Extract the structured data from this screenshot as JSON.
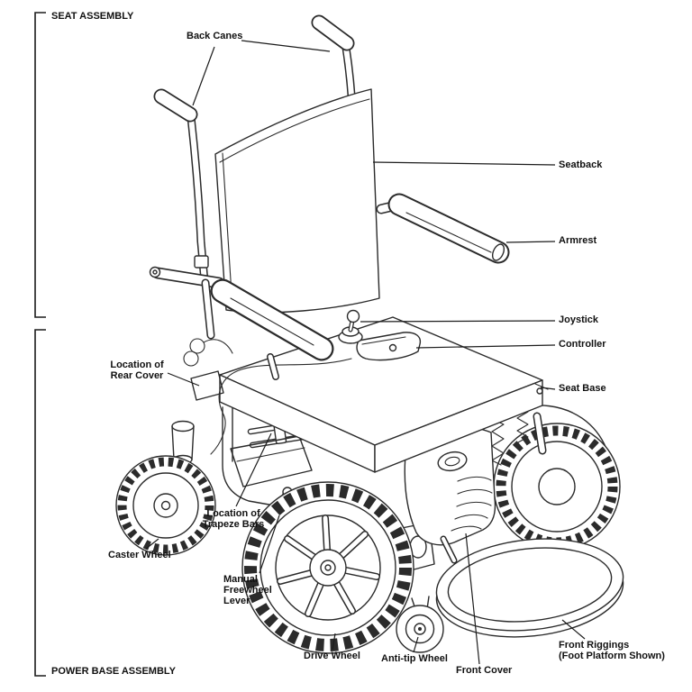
{
  "diagram": {
    "background": "#ffffff",
    "line_color": "#2b2b2b",
    "label_color": "#111111",
    "assemblies": {
      "seat": "SEAT ASSEMBLY",
      "power_base": "POWER BASE ASSEMBLY"
    },
    "labels": {
      "back_canes": "Back Canes",
      "seatback": "Seatback",
      "armrest": "Armrest",
      "joystick": "Joystick",
      "controller": "Controller",
      "seat_base": "Seat Base",
      "rear_cover": "Location of\nRear Cover",
      "trapeze_bars": "Location of\nTrapeze Bars",
      "caster_wheel": "Caster Wheel",
      "freewheel_lever": "Manual\nFreewheel\nLever",
      "drive_wheel": "Drive Wheel",
      "anti_tip_wheel": "Anti-tip Wheel",
      "front_cover": "Front Cover",
      "front_riggings": "Front Riggings\n(Foot Platform Shown)"
    }
  }
}
